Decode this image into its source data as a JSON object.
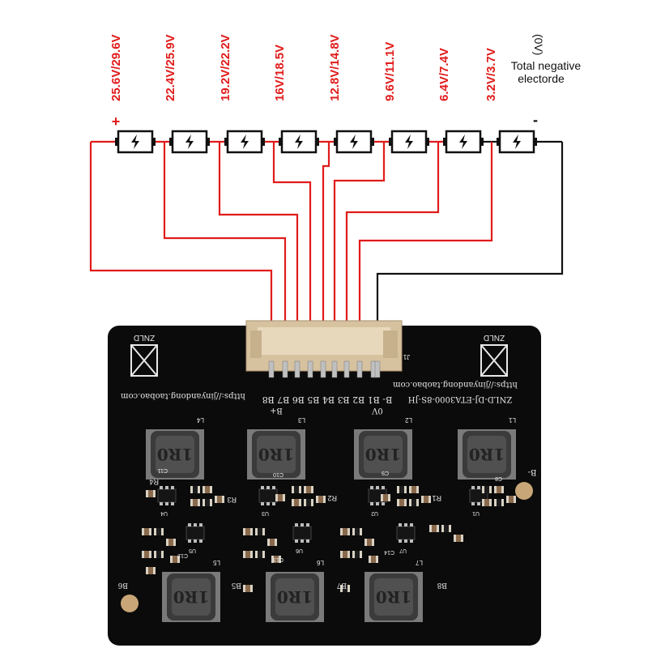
{
  "diagram": {
    "cell_voltages": [
      "25.6V/29.6V",
      "22.4V/25.9V",
      "19.2V/22.2V",
      "16V/18.5V",
      "12.8V/14.8V",
      "9.6V/11.1V",
      "6.4V/7.4V",
      "3.2V/3.7V"
    ],
    "zero_label": "(0V)",
    "negative_label_line1": "Total negative",
    "negative_label_line2": "electorde",
    "plus_sign": "+",
    "minus_sign": "-",
    "colors": {
      "positive": "#e11b1b",
      "negative": "#111111",
      "label": "#e11b1b"
    }
  },
  "board": {
    "brand": "ZNLD",
    "url": "https://jinyandong.taobao.com",
    "model": "ZNLD-DJ-ETA3000-8S-JH",
    "pin_labels": "B- B1 B2 B3 B4 B5 B6 B7 B8",
    "b_plus": "B+",
    "zero_v": "0V",
    "b_minus": "B-",
    "connector_ref": "J1",
    "inductor_value": "1R0",
    "inductor_refs": [
      "L4",
      "L3",
      "L2",
      "L1",
      "L5",
      "L6",
      "L7"
    ],
    "cap_refs": [
      "C11",
      "C10",
      "C9",
      "C8",
      "C12",
      "C13",
      "C14"
    ],
    "ic_refs": [
      "U4",
      "U3",
      "U2",
      "U1",
      "U5",
      "U6",
      "U7"
    ],
    "resistor_refs": [
      "R4",
      "R3",
      "R2",
      "R1"
    ],
    "pad_labels": [
      "B6",
      "B5",
      "B7",
      "B8"
    ]
  }
}
